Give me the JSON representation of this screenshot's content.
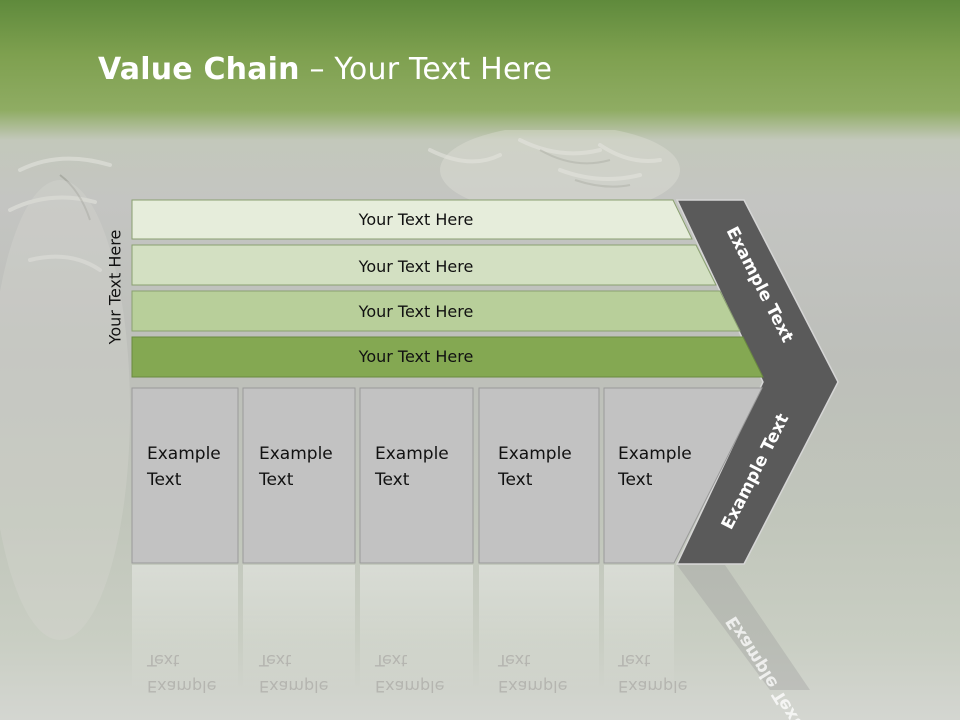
{
  "title": {
    "bold": "Value Chain",
    "rest": " – Your Text Here"
  },
  "side_label": "Your Text Here",
  "rows": [
    {
      "label": "Your Text Here",
      "fill": "#e6eddb"
    },
    {
      "label": "Your Text Here",
      "fill": "#d3e0c2"
    },
    {
      "label": "Your Text Here",
      "fill": "#b8cf9a"
    },
    {
      "label": "Your Text Here",
      "fill": "#84a852"
    }
  ],
  "boxes": [
    {
      "line1": "Example",
      "line2": "Text"
    },
    {
      "line1": "Example",
      "line2": "Text"
    },
    {
      "line1": "Example",
      "line2": "Text"
    },
    {
      "line1": "Example",
      "line2": "Text"
    },
    {
      "line1": "Example",
      "line2": "Text"
    }
  ],
  "chevron_upper_label": "Example Text",
  "chevron_lower_label": "Example Text",
  "colors": {
    "chevron": "#5a5a5a",
    "box": "#c2c2c2",
    "box_border": "#9a9a9a"
  }
}
